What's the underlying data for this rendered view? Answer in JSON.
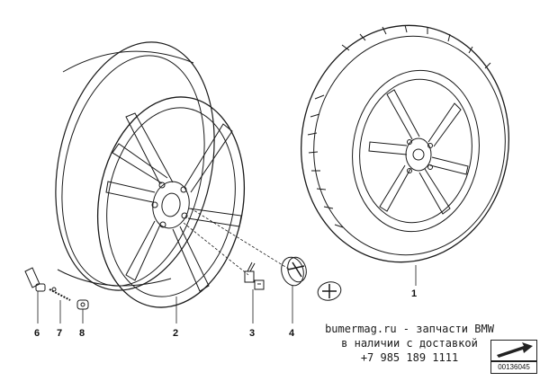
{
  "callouts": {
    "c1": "1",
    "c2": "2",
    "c3": "3",
    "c4": "4",
    "c6": "6",
    "c7": "7",
    "c8": "8"
  },
  "watermark": {
    "line1": "bumermag.ru - запчасти BMW",
    "line2": "в наличии с доставкой",
    "line3": "+7 985 189 1111"
  },
  "diagram_id": "00136045",
  "colors": {
    "line": "#1a1a1a",
    "background": "#ffffff"
  }
}
